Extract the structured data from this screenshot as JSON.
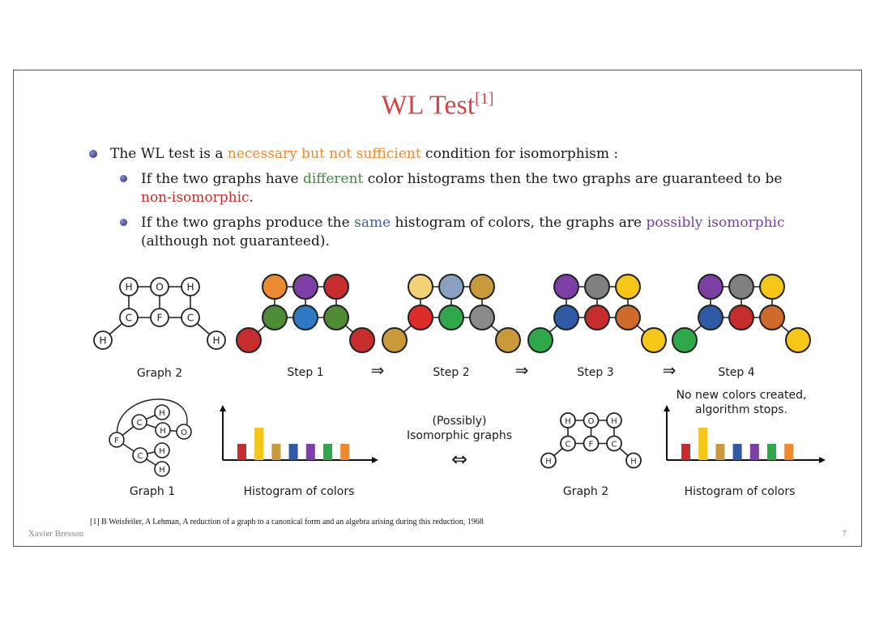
{
  "slide": {
    "title": "WL Test",
    "title_ref": "[1]",
    "bullets": {
      "b1": [
        "The WL test is a ",
        "necessary but not sufficient",
        " condition for isomorphism :"
      ],
      "b2_line1": [
        "If the two graphs have ",
        "different",
        " color histograms then the two graphs are guaranteed to be"
      ],
      "b2_line2": [
        "non-isomorphic",
        "."
      ],
      "b3_line1": [
        "If the two graphs produce the ",
        "same",
        " histogram of colors, the graphs are ",
        "possibly isomorphic"
      ],
      "b3_line2": "(although not guaranteed)."
    },
    "labels": {
      "graph2_top": "Graph 2",
      "step1": "Step 1",
      "step2": "Step 2",
      "step3": "Step 3",
      "step4": "Step 4",
      "arrow": "⇒",
      "graph1": "Graph 1",
      "hist_left": "Histogram of colors",
      "possibly": "(Possibly)",
      "isomorphic_graphs": "Isomorphic graphs",
      "iff": "⇔",
      "graph2_bottom": "Graph 2",
      "hist_right": "Histogram of colors",
      "no_new_1": "No new colors created,",
      "no_new_2": "algorithm stops."
    },
    "node_letters": [
      "H",
      "O",
      "H",
      "C",
      "F",
      "C",
      "H",
      "H"
    ],
    "graph1_letters": [
      "H",
      "C",
      "H",
      "O",
      "F",
      "C",
      "H",
      "H"
    ],
    "footnote": "[1] B Weisfeiler, A Lehman, A reduction of a graph to a canonical form and an algebra arising during this reduction, 1968",
    "author": "Xavier Bresson",
    "page": "7"
  },
  "colors": {
    "title": "#d64545",
    "step1": [
      "#ec8a32",
      "#7b3fa6",
      "#c62d2d",
      "#4f8a36",
      "#2f78c4",
      "#4f8a36",
      "#c62d2d",
      "#c62d2d"
    ],
    "step2": [
      "#f2d277",
      "#8aa0c0",
      "#c99a3a",
      "#e02b2b",
      "#2ea84a",
      "#8a8a8a",
      "#c99a3a",
      "#c99a3a"
    ],
    "step3": [
      "#7b3fa6",
      "#808080",
      "#f5c518",
      "#2f5aa6",
      "#c62d2d",
      "#d06a2a",
      "#2ea84a",
      "#f5c518"
    ],
    "step4": [
      "#7b3fa6",
      "#808080",
      "#f5c518",
      "#2f5aa6",
      "#c62d2d",
      "#d06a2a",
      "#2ea84a",
      "#f5c518"
    ]
  },
  "histograms": {
    "left": {
      "colors": [
        "#c62d2d",
        "#f5c518",
        "#c99a3a",
        "#2f5aa6",
        "#7b3fa6",
        "#2ea84a",
        "#ec8a32"
      ],
      "values": [
        1,
        2,
        1,
        1,
        1,
        1,
        1
      ]
    },
    "right": {
      "colors": [
        "#c62d2d",
        "#f5c518",
        "#c99a3a",
        "#2f5aa6",
        "#7b3fa6",
        "#2ea84a",
        "#ec8a32"
      ],
      "values": [
        1,
        2,
        1,
        1,
        1,
        1,
        1
      ]
    }
  }
}
